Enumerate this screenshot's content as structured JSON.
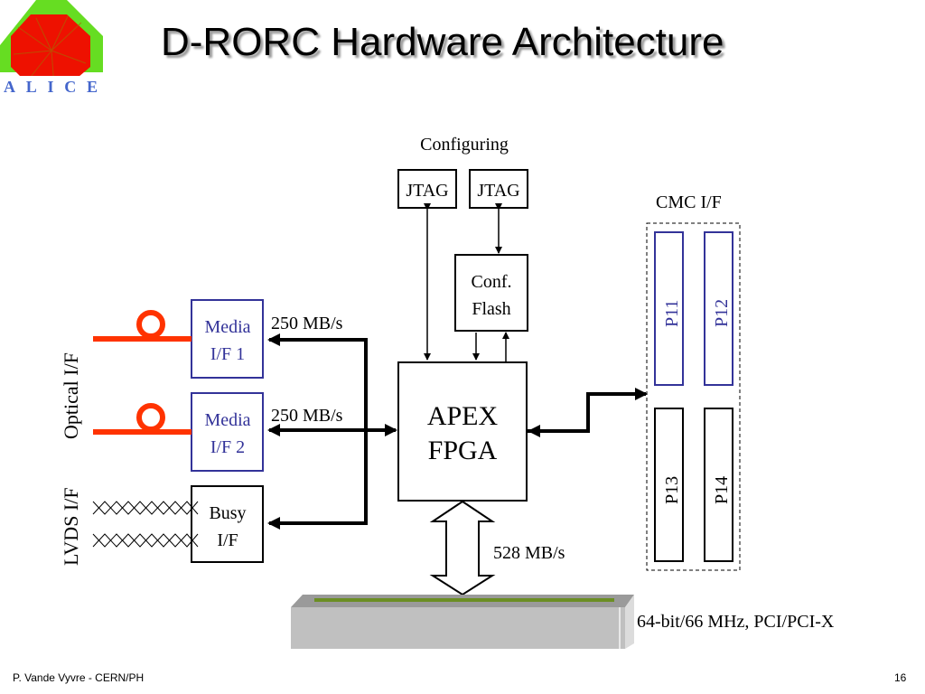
{
  "slide": {
    "title": "D-RORC Hardware Architecture",
    "footer_author": "P. Vande Vyvre - CERN/PH",
    "page_number": "16",
    "logo": {
      "name": "alice-logo-icon",
      "text": "ALICE"
    }
  },
  "diagram": {
    "configuring_label": "Configuring",
    "jtag1": "JTAG",
    "jtag2": "JTAG",
    "conf_flash": [
      "Conf.",
      "Flash"
    ],
    "fpga": [
      "APEX",
      "FPGA"
    ],
    "media1": [
      "Media",
      "I/F 1"
    ],
    "media2": [
      "Media",
      "I/F 2"
    ],
    "busy": [
      "Busy",
      "I/F"
    ],
    "rate1": "250 MB/s",
    "rate2": "250 MB/s",
    "pci_rate": "528 MB/s",
    "pci_label": "64-bit/66 MHz, PCI/PCI-X",
    "optical_label": "Optical I/F",
    "lvds_label": "LVDS I/F",
    "cmc_label": "CMC I/F",
    "connectors": [
      "P11",
      "P12",
      "P13",
      "P14"
    ],
    "colors": {
      "blue": "#333399",
      "fiber": "#ff3300",
      "pci_top": "#9a9a9a",
      "pci_body": "#c0c0c0",
      "pci_stripe": "#6b8e23"
    }
  }
}
